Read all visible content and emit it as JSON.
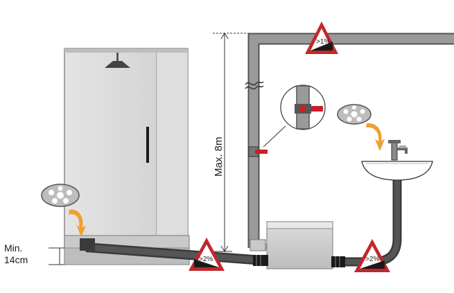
{
  "labels": {
    "max_height": "Max. 8m",
    "min_prefix": "Min.",
    "min_value": "14cm"
  },
  "slopes": {
    "top_pipe": ">1%",
    "shower_drain": ">2%",
    "sink_drain": ">2%"
  },
  "colors": {
    "pipe_gray": "#555555",
    "pipe_light": "#9a9a9a",
    "cabinet": "#d8d8d8",
    "warning_red": "#c0282c",
    "arrow_orange": "#f0a030",
    "valve_red": "#c62026"
  },
  "icons": [
    "shower-head-icon",
    "drain-grate-icon",
    "curved-arrow-icon",
    "warning-triangle-icon",
    "valve-icon",
    "faucet-icon"
  ]
}
